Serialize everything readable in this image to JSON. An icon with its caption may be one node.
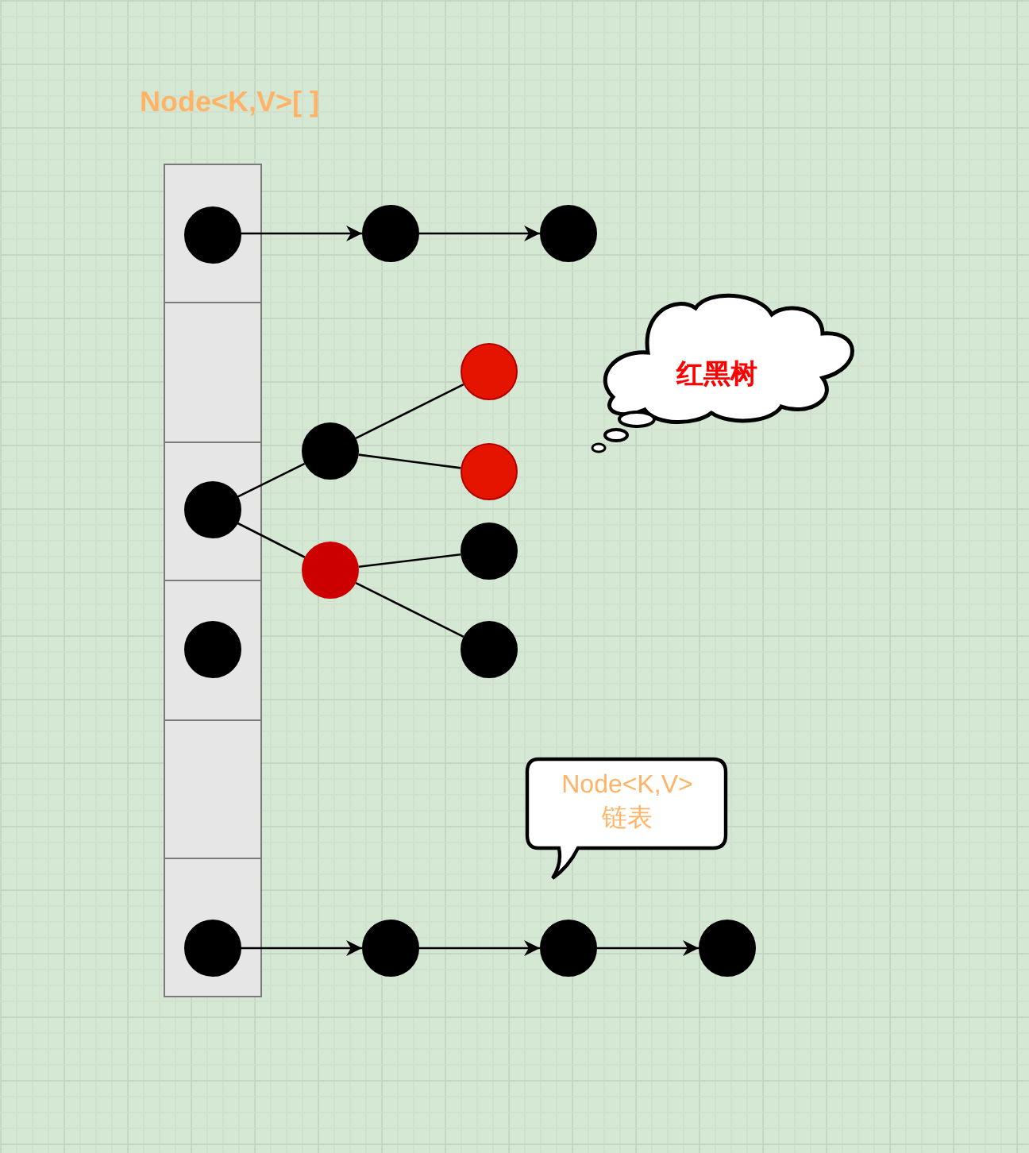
{
  "diagram": {
    "nodes": [
      {
        "text": [],
        "shape": "box"
      },
      {
        "text": [],
        "shape": "box"
      },
      {
        "text": [],
        "shape": "box"
      },
      {
        "text": [],
        "shape": "box"
      },
      {
        "text": [],
        "shape": "box"
      },
      {
        "text": [],
        "shape": "box"
      },
      {
        "text": [],
        "shape": "circle",
        "in": 0
      },
      {
        "text": [],
        "shape": "circle"
      },
      {
        "text": [],
        "shape": "circle"
      },
      {
        "text": [],
        "shape": "circle",
        "in": 2
      },
      {
        "text": [],
        "shape": "circle"
      },
      {
        "text": [],
        "shape": "circle"
      },
      {
        "text": [],
        "shape": "circle"
      },
      {
        "text": [],
        "shape": "circle"
      },
      {
        "text": [],
        "shape": "circle"
      },
      {
        "text": [],
        "shape": "circle"
      },
      {
        "text": [],
        "shape": "circle",
        "in": 3
      },
      {
        "text": [],
        "shape": "circle",
        "in": 5
      },
      {
        "text": [],
        "shape": "circle"
      },
      {
        "text": [],
        "shape": "circle"
      },
      {
        "text": [],
        "shape": "circle"
      },
      {
        "text": [
          "红黑树"
        ]
      },
      {
        "text": [
          "Node<K,V> 链表"
        ]
      }
    ],
    "edges": [
      {
        "from": 6,
        "to": 7,
        "arrow": "to"
      },
      {
        "from": 7,
        "to": 8,
        "arrow": "to"
      },
      {
        "from": 9,
        "to": 10,
        "arrow": "none"
      },
      {
        "from": 9,
        "to": 11,
        "arrow": "none"
      },
      {
        "from": 10,
        "to": 12,
        "arrow": "none"
      },
      {
        "from": 10,
        "to": 13,
        "arrow": "none"
      },
      {
        "from": 11,
        "to": 14,
        "arrow": "none"
      },
      {
        "from": 11,
        "to": 15,
        "arrow": "none"
      },
      {
        "from": 17,
        "to": 18,
        "arrow": "to"
      },
      {
        "from": 18,
        "to": 19,
        "arrow": "to"
      },
      {
        "from": 19,
        "to": 20,
        "arrow": "to"
      }
    ],
    "labels": [
      "Node<K,V>[ ]"
    ]
  }
}
